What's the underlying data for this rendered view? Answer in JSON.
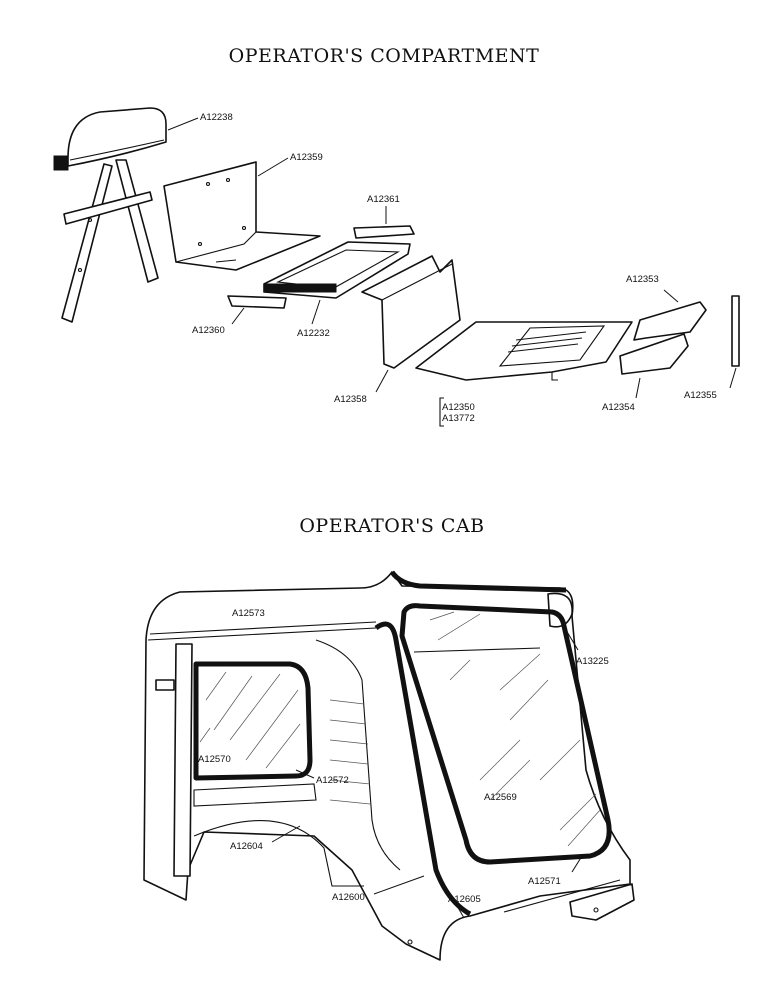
{
  "compartment": {
    "title": "OPERATOR'S COMPARTMENT",
    "labels": {
      "seat": "A12238",
      "back_plate": "A12359",
      "top_cover": "A12361",
      "front_cover": "A12360",
      "frame": "A12232",
      "riser": "A12358",
      "floor_plate_1": "A12350",
      "floor_plate_2": "A13772",
      "right_plate_upper": "A12353",
      "right_plate_lower": "A12354",
      "strip": "A12355"
    }
  },
  "cab": {
    "title": "OPERATOR'S CAB",
    "labels": {
      "roof": "A12573",
      "roof_rail": "A13225",
      "side_glass": "A12570",
      "side_glass_seal": "A12572",
      "front_glass": "A12569",
      "front_glass_seal": "A12571",
      "lower_panel": "A12604",
      "edge_trim": "A12600",
      "fender": "A12605"
    }
  }
}
